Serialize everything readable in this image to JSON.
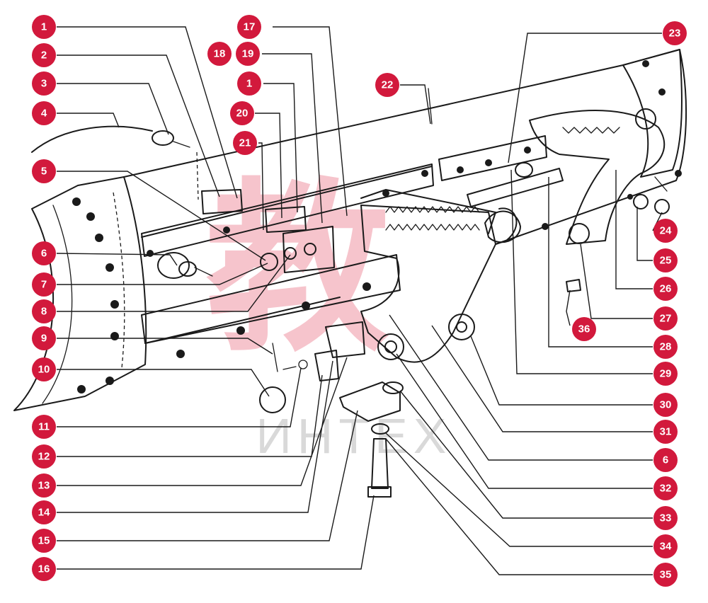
{
  "watermark": {
    "logo_text": "ИНТЕХ",
    "logo_glyph": "教"
  },
  "colors": {
    "badge": "#d2193c",
    "ink": "#1a1a1a"
  },
  "callouts": [
    {
      "number": "1"
    },
    {
      "number": "2"
    },
    {
      "number": "3"
    },
    {
      "number": "4"
    },
    {
      "number": "5"
    },
    {
      "number": "6"
    },
    {
      "number": "7"
    },
    {
      "number": "8"
    },
    {
      "number": "9"
    },
    {
      "number": "10"
    },
    {
      "number": "11"
    },
    {
      "number": "12"
    },
    {
      "number": "13"
    },
    {
      "number": "14"
    },
    {
      "number": "15"
    },
    {
      "number": "16"
    },
    {
      "number": "18"
    },
    {
      "number": "19"
    },
    {
      "number": "17"
    },
    {
      "number": "1"
    },
    {
      "number": "20"
    },
    {
      "number": "21"
    },
    {
      "number": "22"
    },
    {
      "number": "23"
    },
    {
      "number": "24"
    },
    {
      "number": "25"
    },
    {
      "number": "26"
    },
    {
      "number": "27"
    },
    {
      "number": "28"
    },
    {
      "number": "29"
    },
    {
      "number": "30"
    },
    {
      "number": "31"
    },
    {
      "number": "6"
    },
    {
      "number": "32"
    },
    {
      "number": "33"
    },
    {
      "number": "34"
    },
    {
      "number": "35"
    },
    {
      "number": "36"
    }
  ]
}
